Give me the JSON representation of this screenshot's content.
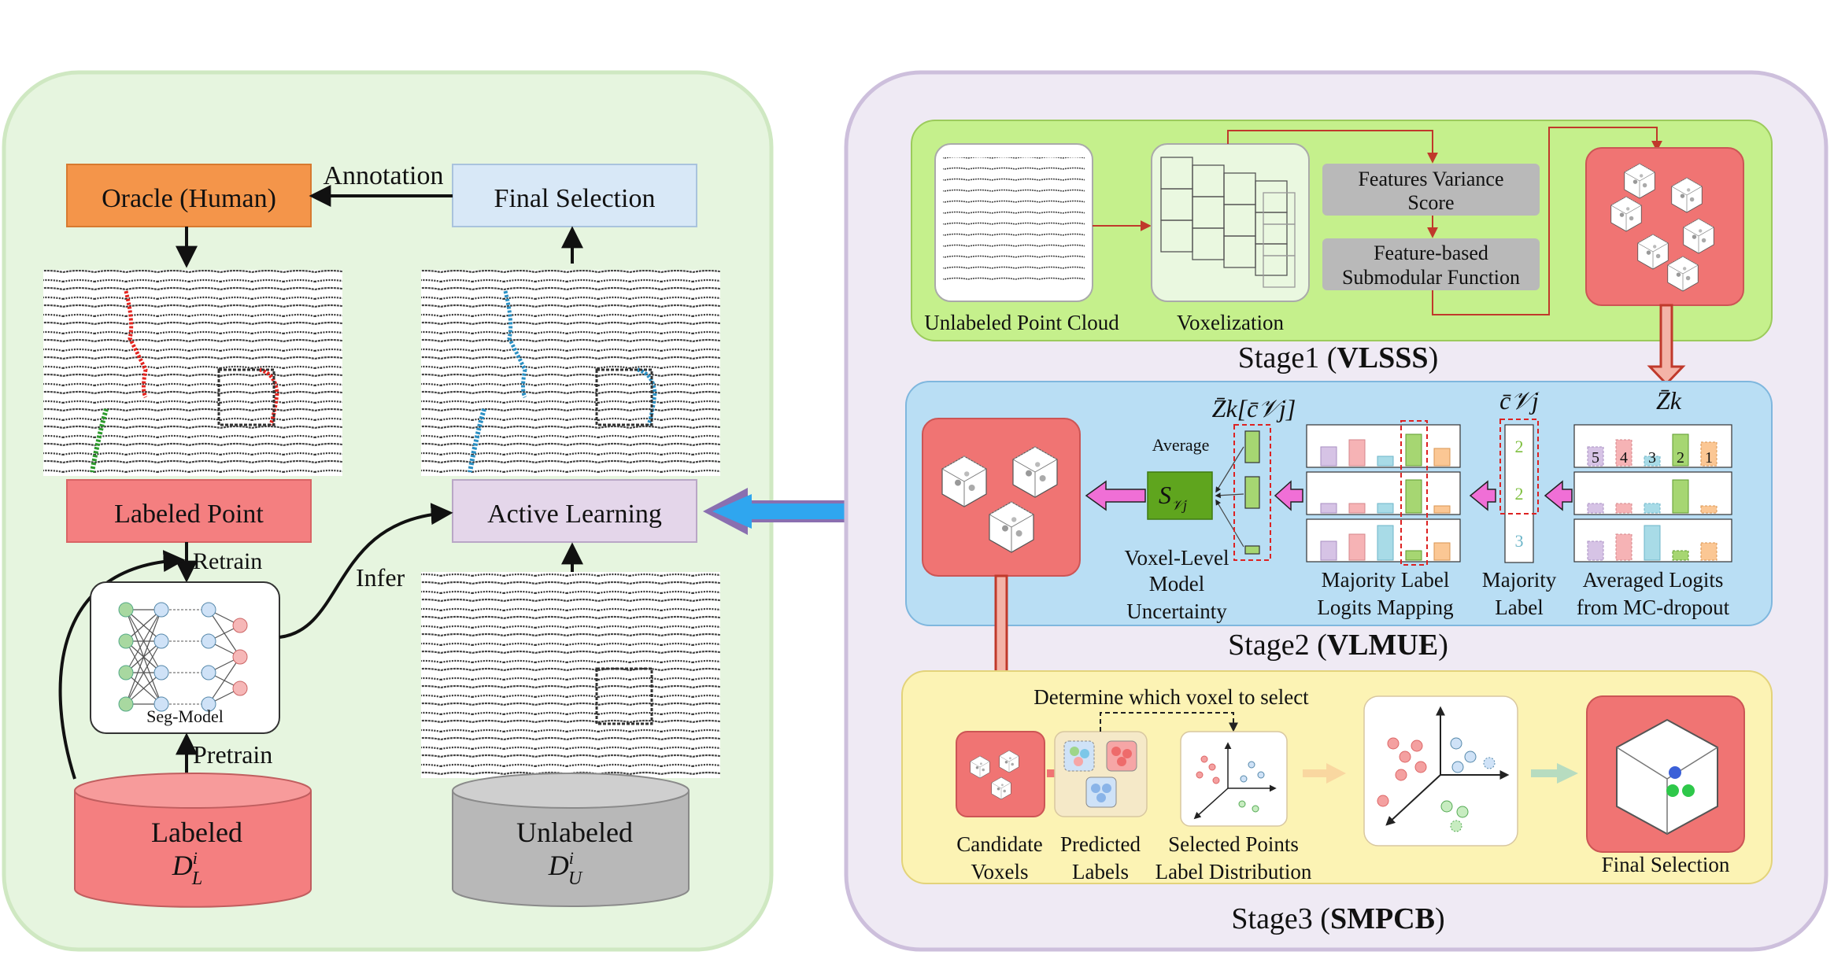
{
  "left_panel": {
    "oracle": "Oracle (Human)",
    "annotation": "Annotation",
    "final_selection": "Final Selection",
    "labeled_point": "Labeled Point",
    "active_learning": "Active Learning",
    "retrain": "Retrain",
    "infer": "Infer",
    "pretrain": "Pretrain",
    "seg_model": "Seg-Model",
    "labeled_db": {
      "line1": "Labeled",
      "line2_base": "D",
      "line2_sup": "i",
      "line2_sub": "L"
    },
    "unlabeled_db": {
      "line1": "Unlabeled",
      "line2_base": "D",
      "line2_sup": "i",
      "line2_sub": "U"
    }
  },
  "stage1": {
    "title_prefix": "Stage1 (",
    "title_bold": "VLSSS",
    "title_suffix": ")",
    "unlabeled_point_cloud": "Unlabeled Point Cloud",
    "voxelization": "Voxelization",
    "features_variance_line1": "Features Variance",
    "features_variance_line2": "Score",
    "feature_based_line1": "Feature-based",
    "feature_based_line2": "Submodular Function"
  },
  "stage2": {
    "title_prefix": "Stage2 (",
    "title_bold": "VLMUE",
    "title_suffix": ")",
    "average": "Average",
    "s_symbol": "S",
    "s_sub": "𝒱j",
    "zk_c_label": "Z̄k[c̄𝒱j]",
    "c_label": "c̄𝒱j",
    "zk_label": "Z̄k",
    "voxel_level_line1": "Voxel-Level",
    "voxel_level_line2": "Model",
    "voxel_level_line3": "Uncertainty",
    "majority_mapping_line1": "Majority Label",
    "majority_mapping_line2": "Logits Mapping",
    "majority_label_line1": "Majority",
    "majority_label_line2": "Label",
    "averaged_logits_line1": "Averaged Logits",
    "averaged_logits_line2": "from MC-dropout",
    "majority_values": [
      "2",
      "2",
      "3"
    ],
    "logit_tags": [
      "5",
      "4",
      "3",
      "2",
      "1"
    ]
  },
  "stage3": {
    "title_prefix": "Stage3 (",
    "title_bold": "SMPCB",
    "title_suffix": ")",
    "determine": "Determine which voxel to select",
    "candidate_line1": "Candidate",
    "candidate_line2": "Voxels",
    "predicted_line1": "Predicted",
    "predicted_line2": "Labels",
    "selected_line1": "Selected Points",
    "selected_line2": "Label Distribution",
    "final_selection": "Final Selection"
  },
  "colors": {
    "left_panel_bg": "#e6f5df",
    "right_panel_bg": "#efeaf4",
    "stage1_bg": "#c5f08c",
    "stage2_bg": "#b9def4",
    "stage3_bg": "#fcf3b4",
    "oracle": "#f4954a",
    "final_sel": "#d8e8f7",
    "labeled": "#f47f80",
    "active": "#e4d6ea",
    "unlabeled_db": "#b8b8b8",
    "voxel_red": "#f07473",
    "s_box": "#5fa51e"
  }
}
